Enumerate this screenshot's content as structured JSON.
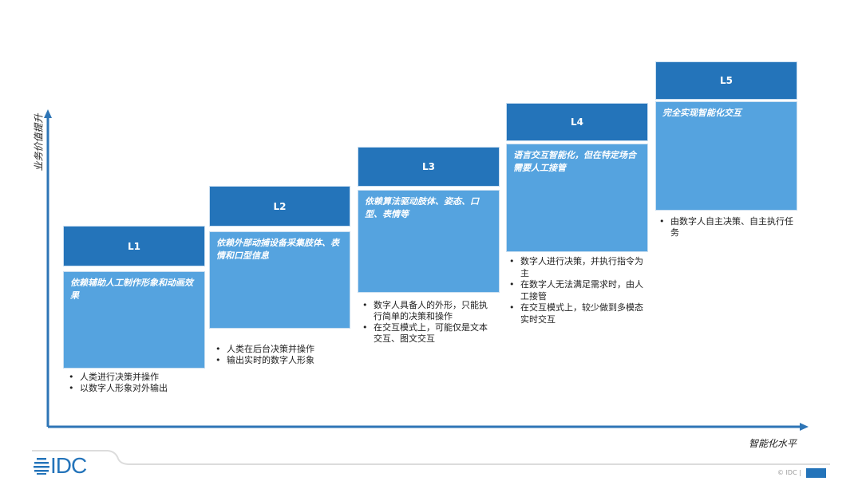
{
  "axes": {
    "y_label": "业务价值提升",
    "x_label": "智能化水平"
  },
  "levels": [
    {
      "label": "L1",
      "desc": "依赖辅助人工制作形象和动画效果",
      "bullets": [
        "人类进行决策并操作",
        "以数字人形象对外输出"
      ]
    },
    {
      "label": "L2",
      "desc": "依赖外部动捕设备采集肢体、表情和口型信息",
      "bullets": [
        "人类在后台决策并操作",
        "输出实时的数字人形象"
      ]
    },
    {
      "label": "L3",
      "desc": "依赖算法驱动肢体、姿态、口型、表情等",
      "bullets": [
        "数字人具备人的外形，只能执行简单的决策和操作",
        "在交互模式上，可能仅是文本交互、图文交互"
      ]
    },
    {
      "label": "L4",
      "desc": "语言交互智能化，但在特定场合需要人工接管",
      "bullets": [
        "数字人进行决策，并执行指令为主",
        "在数字人无法满足需求时，由人工接管",
        "在交互模式上，较少做到多模态实时交互"
      ]
    },
    {
      "label": "L5",
      "desc": "完全实现智能化交互",
      "bullets": [
        "由数字人自主决策、自主执行任务"
      ]
    }
  ],
  "footer": {
    "logo": "IDC",
    "copyright": "© IDC |"
  },
  "colors": {
    "header": "#2474ba",
    "body": "#55a3df",
    "axis": "#2e75b6"
  }
}
